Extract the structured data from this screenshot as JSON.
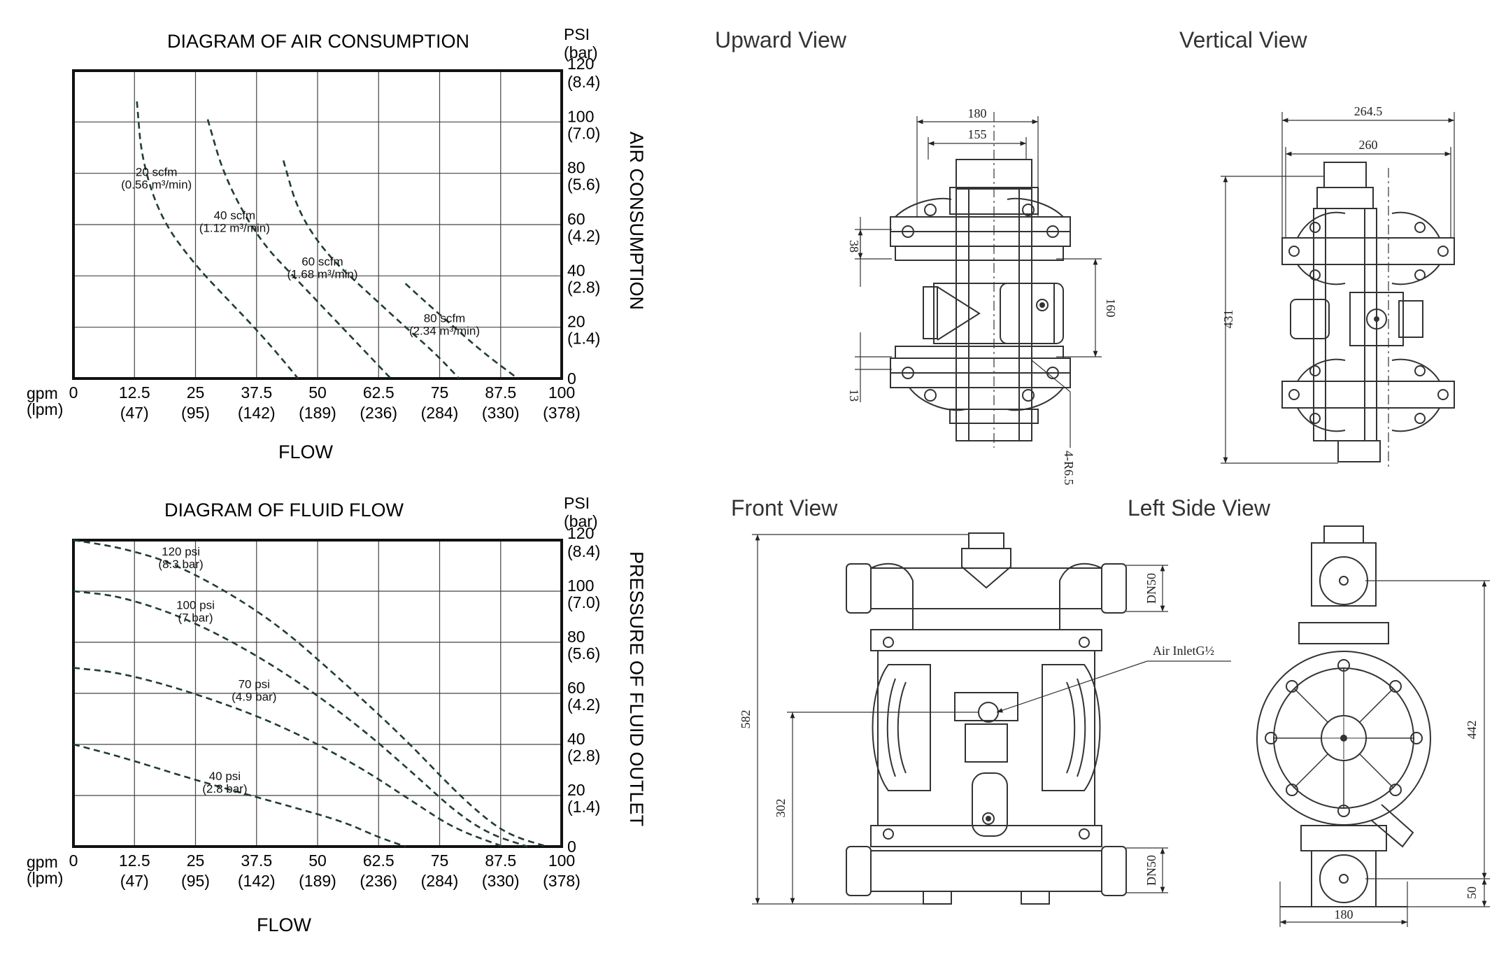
{
  "charts": [
    {
      "title": "DIAGRAM OF AIR CONSUMPTION",
      "right_axis_title": "AIR CONSUMPTION",
      "x_title": "FLOW",
      "psi_unit": "PSI",
      "bar_unit": "(bar)",
      "gpm_unit": "gpm",
      "lpm_unit": "(lpm)",
      "x_ticks": [
        "0",
        "12.5",
        "25",
        "37.5",
        "50",
        "62.5",
        "75",
        "87.5",
        "100"
      ],
      "x_ticks_lpm": [
        "(47)",
        "(95)",
        "(142)",
        "(189)",
        "(236)",
        "(284)",
        "(330)",
        "(378)"
      ],
      "y_ticks_psi": [
        "120",
        "100",
        "80",
        "60",
        "40",
        "20",
        "0"
      ],
      "y_ticks_bar": [
        "(8.4)",
        "(7.0)",
        "(5.6)",
        "(4.2)",
        "(2.8)",
        "(1.4)"
      ],
      "series_labels": [
        {
          "line1": "20 scfm",
          "line2": "(0.56 m³/min)"
        },
        {
          "line1": "40 scfm",
          "line2": "(1.12 m³/min)"
        },
        {
          "line1": "60 scfm",
          "line2": "(1.68 m³/min)"
        },
        {
          "line1": "80 scfm",
          "line2": "(2.34 m³/min)"
        }
      ]
    },
    {
      "title": "DIAGRAM OF FLUID FLOW",
      "right_axis_title": "PRESSURE OF FLUID OUTLET",
      "x_title": "FLOW",
      "psi_unit": "PSI",
      "bar_unit": "(bar)",
      "gpm_unit": "gpm",
      "lpm_unit": "(lpm)",
      "x_ticks": [
        "0",
        "12.5",
        "25",
        "37.5",
        "50",
        "62.5",
        "75",
        "87.5",
        "100"
      ],
      "x_ticks_lpm": [
        "(47)",
        "(95)",
        "(142)",
        "(189)",
        "(236)",
        "(284)",
        "(330)",
        "(378)"
      ],
      "y_ticks_psi": [
        "120",
        "100",
        "80",
        "60",
        "40",
        "20",
        "0"
      ],
      "y_ticks_bar": [
        "(8.4)",
        "(7.0)",
        "(5.6)",
        "(4.2)",
        "(2.8)",
        "(1.4)"
      ],
      "series_labels": [
        {
          "line1": "120 psi",
          "line2": "(8.3 bar)"
        },
        {
          "line1": "100 psi",
          "line2": "(7 bar)"
        },
        {
          "line1": "70 psi",
          "line2": "(4.9 bar)"
        },
        {
          "line1": "40 psi",
          "line2": "(2.8 bar)"
        }
      ]
    }
  ],
  "chart_data": [
    {
      "type": "line",
      "title": "DIAGRAM OF AIR CONSUMPTION",
      "xlabel": "FLOW",
      "ylabel": "AIR CONSUMPTION",
      "xlim": [
        0,
        100
      ],
      "ylim": [
        0,
        120
      ],
      "grid": true,
      "series": [
        {
          "name": "20 scfm (0.56 m³/min)",
          "style": "dashed",
          "x": [
            13,
            14,
            18,
            25,
            32,
            38,
            43,
            46
          ],
          "y": [
            108,
            85,
            62,
            44,
            30,
            18,
            7,
            0
          ]
        },
        {
          "name": "40 scfm (1.12 m³/min)",
          "style": "dashed",
          "x": [
            27.5,
            31,
            38,
            46,
            53,
            59,
            65
          ],
          "y": [
            101,
            78,
            54,
            38,
            24,
            12,
            0
          ]
        },
        {
          "name": "60 scfm (1.68 m³/min)",
          "style": "dashed",
          "x": [
            43,
            46,
            52,
            60,
            68,
            74,
            79
          ],
          "y": [
            85,
            65,
            48,
            34,
            20,
            10,
            0
          ]
        },
        {
          "name": "80 scfm (2.34 m³/min)",
          "style": "dashed",
          "x": [
            68,
            72,
            78,
            84,
            91
          ],
          "y": [
            37,
            30,
            20,
            10,
            0
          ]
        }
      ]
    },
    {
      "type": "line",
      "title": "DIAGRAM OF FLUID FLOW",
      "xlabel": "FLOW",
      "ylabel": "PRESSURE OF FLUID OUTLET",
      "xlim": [
        0,
        100
      ],
      "ylim": [
        0,
        120
      ],
      "grid": true,
      "series": [
        {
          "name": "120 psi (8.3 bar)",
          "style": "dashed",
          "x": [
            0,
            10,
            22,
            40,
            55,
            68,
            78,
            85,
            90,
            97
          ],
          "y": [
            120,
            117,
            110,
            90,
            65,
            42,
            22,
            10,
            4,
            0
          ]
        },
        {
          "name": "100 psi (7 bar)",
          "style": "dashed",
          "x": [
            0,
            10,
            25,
            42,
            58,
            70,
            78,
            85,
            93
          ],
          "y": [
            100,
            98,
            88,
            70,
            48,
            28,
            14,
            5,
            0
          ]
        },
        {
          "name": "70 psi (4.9 bar)",
          "style": "dashed",
          "x": [
            0,
            10,
            25,
            42,
            58,
            70,
            78,
            88
          ],
          "y": [
            70,
            68,
            60,
            48,
            32,
            17,
            7,
            0
          ]
        },
        {
          "name": "40 psi (2.8 bar)",
          "style": "dashed",
          "x": [
            0,
            10,
            25,
            42,
            55,
            62,
            68
          ],
          "y": [
            40,
            35,
            26,
            17,
            10,
            4,
            0
          ]
        }
      ]
    }
  ],
  "views": {
    "upward": {
      "title": "Upward View",
      "dims": {
        "d180": "180",
        "d155": "155",
        "d38": "38",
        "d160": "160",
        "d13": "13",
        "hole": "4-R6.5"
      }
    },
    "vertical": {
      "title": "Vertical View",
      "dims": {
        "d264": "264.5",
        "d260": "260",
        "d431": "431"
      }
    },
    "front": {
      "title": "Front View",
      "dims": {
        "d582": "582",
        "d302": "302",
        "dn50top": "DN50",
        "dn50bot": "DN50",
        "air_inlet": "Air InletG½"
      }
    },
    "left": {
      "title": "Left Side View",
      "dims": {
        "d442": "442",
        "d50": "50",
        "d180": "180"
      }
    }
  }
}
